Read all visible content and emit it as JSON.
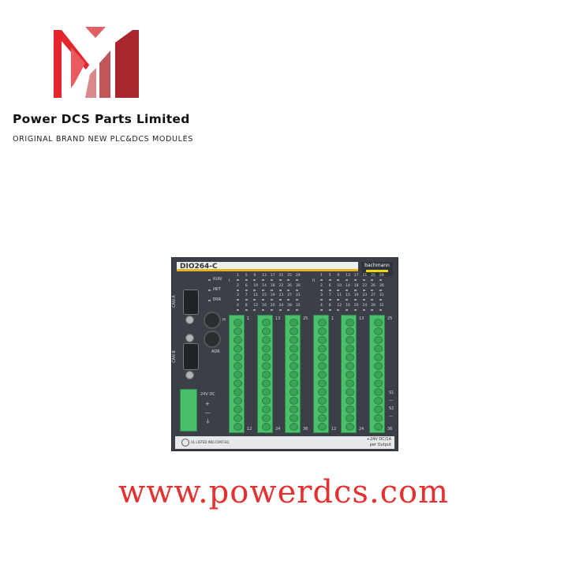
{
  "brand": {
    "name": "Power DCS Parts Limited",
    "tagline": "ORIGINAL BRAND NEW PLC&DCS MODULES",
    "logo_colors": [
      "#e3262e",
      "#ea5a5f",
      "#d9898b",
      "#c0565a",
      "#a8262c"
    ]
  },
  "module": {
    "model": "DIO264-C",
    "maker": "bachmann",
    "status_leds": [
      "RUN",
      "INIT",
      "ERR"
    ],
    "ports": [
      "CAN A",
      "CAN B"
    ],
    "rotary_labels": [
      "H",
      "ADR"
    ],
    "group_marks": [
      "I",
      "II"
    ],
    "led_rows": [
      [
        "1",
        "5",
        "9",
        "13",
        "17",
        "21",
        "25",
        "29"
      ],
      [
        "2",
        "6",
        "10",
        "14",
        "18",
        "22",
        "26",
        "30"
      ],
      [
        "3",
        "7",
        "11",
        "15",
        "19",
        "23",
        "27",
        "31"
      ],
      [
        "4",
        "8",
        "12",
        "16",
        "20",
        "24",
        "28",
        "32"
      ]
    ],
    "block_top_labels": [
      "1",
      "13",
      "25",
      "1",
      "13",
      "25"
    ],
    "block_bottom_labels": [
      "12",
      "24",
      "36",
      "12",
      "24",
      "36"
    ],
    "power_label": "24V DC",
    "power_symbols": [
      "+",
      "—",
      "⏚"
    ],
    "side_labels": [
      "S1",
      "—",
      "S2",
      "—"
    ],
    "cert_text": "UL LISTED IND.CONT.EQ.",
    "rating": "+24V DC/1A",
    "rating2": "per Output"
  },
  "watermark": "www.powerdcs.com"
}
